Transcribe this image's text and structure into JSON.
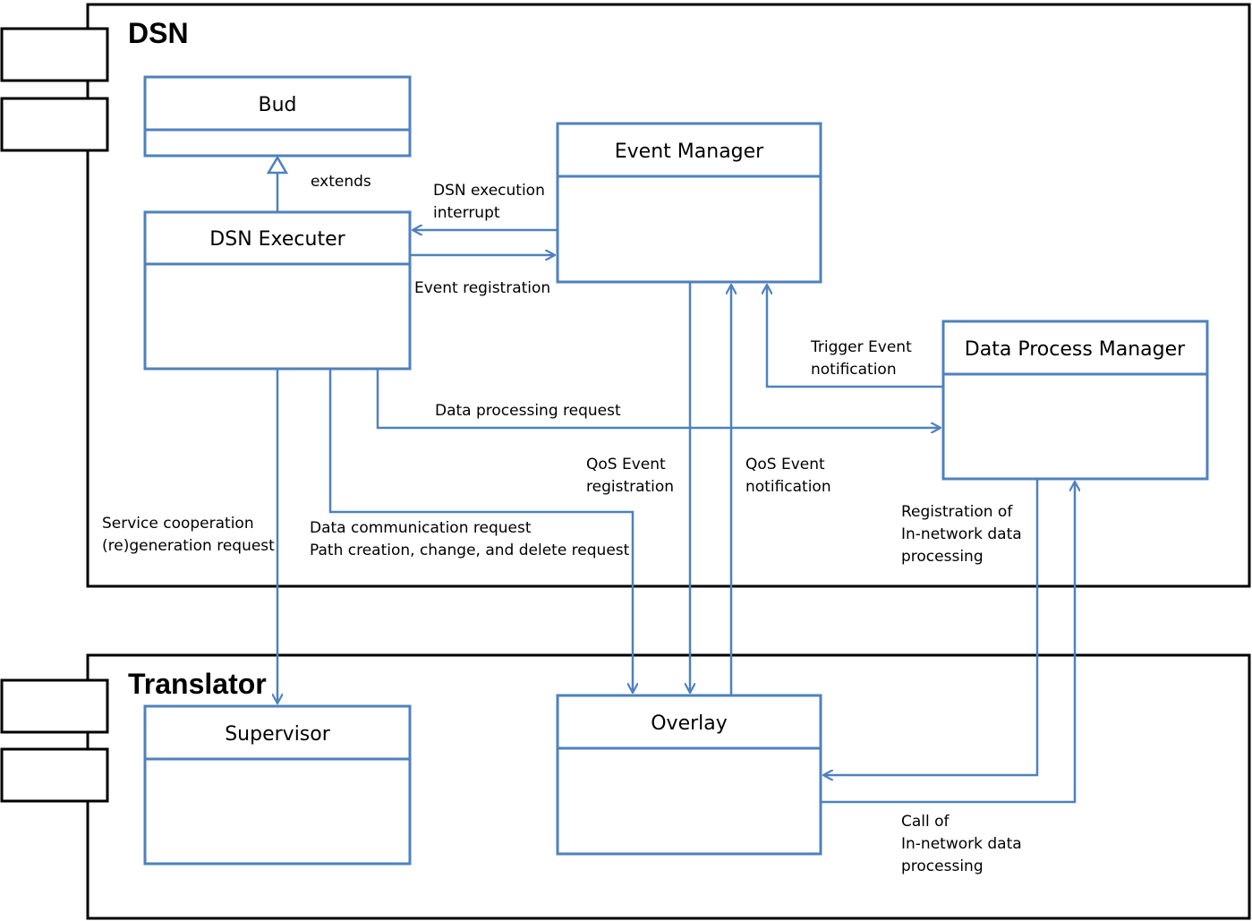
{
  "packages": {
    "dsn": {
      "title": "DSN"
    },
    "translator": {
      "title": "Translator"
    }
  },
  "classes": {
    "bud": "Bud",
    "event_manager": "Event Manager",
    "dsn_executer": "DSN Executer",
    "data_process_manager": "Data Process Manager",
    "supervisor": "Supervisor",
    "overlay": "Overlay"
  },
  "labels": {
    "extends": "extends",
    "dsn_exec_interrupt": [
      "DSN execution",
      "interrupt"
    ],
    "event_registration": "Event registration",
    "trigger_event_notification": [
      "Trigger Event",
      "notification"
    ],
    "data_processing_request": "Data processing request",
    "qos_event_registration": [
      "QoS Event",
      "registration"
    ],
    "qos_event_notification": [
      "QoS Event",
      "notification"
    ],
    "service_cooperation": [
      "Service cooperation",
      "(re)generation request"
    ],
    "data_communication": [
      "Data communication request",
      "Path creation, change, and delete request"
    ],
    "registration_innetwork": [
      "Registration of",
      "In-network data",
      "processing"
    ],
    "call_innetwork": [
      "Call of",
      "In-network data",
      "processing"
    ]
  },
  "colors": {
    "class_border": "#4f81bd",
    "package_border": "#000000"
  }
}
